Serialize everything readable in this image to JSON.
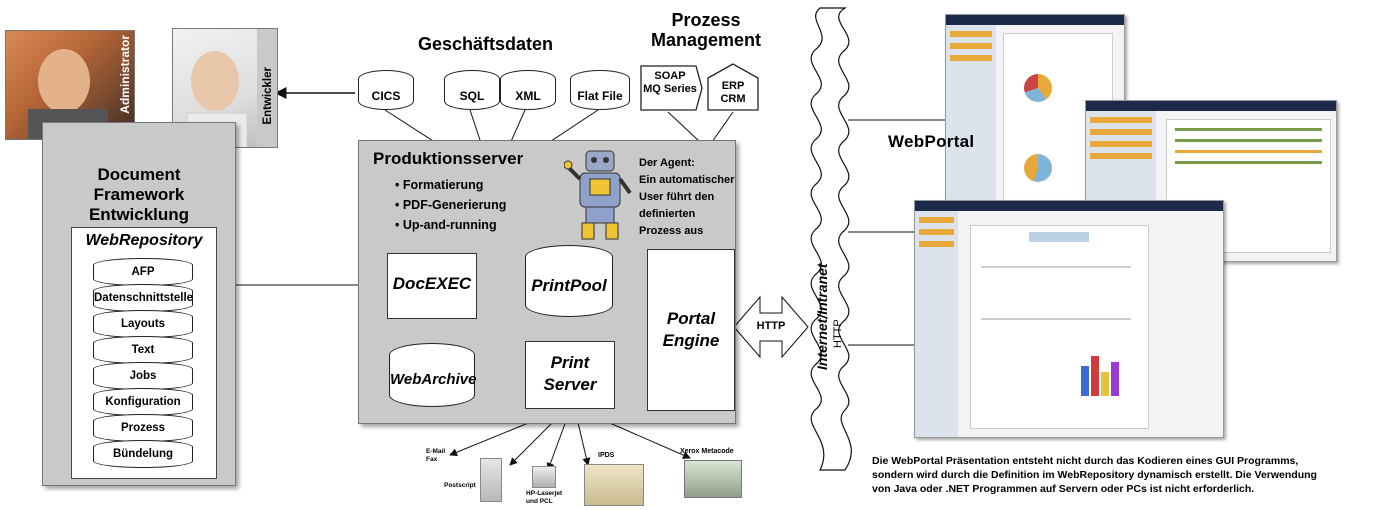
{
  "left": {
    "administrator": "Administrator",
    "entwickler": "Entwickler",
    "framework_title": [
      "Document",
      "Framework",
      "Entwicklung"
    ],
    "repository_title": "WebRepository",
    "repository_items": [
      "AFP",
      "Datenschnittstelle",
      "Layouts",
      "Text",
      "Jobs",
      "Konfiguration",
      "Prozess",
      "Bündelung"
    ]
  },
  "top": {
    "business_data_title": "Geschäftsdaten",
    "business_data": [
      "CICS",
      "SQL",
      "XML",
      "Flat File"
    ],
    "process_title": [
      "Prozess",
      "Management"
    ],
    "process_items": [
      [
        "SOAP",
        "MQ Series"
      ],
      [
        "ERP",
        "CRM"
      ]
    ]
  },
  "server": {
    "title": "Produktionsserver",
    "bullets": [
      "• Formatierung",
      "• PDF-Generierung",
      "• Up-and-running"
    ],
    "agent_title": "Der Agent:",
    "agent_text": [
      "Ein automatischer",
      "User führt den",
      "definierten",
      "Prozess aus"
    ],
    "docexec": "DocEXEC",
    "printpool": "PrintPool",
    "webarchive": "WebArchive",
    "printserver": [
      "Print",
      "Server"
    ],
    "portal": [
      "Portal",
      "Engine"
    ],
    "http": "HTTP"
  },
  "outputs": {
    "email": [
      "E-Mail",
      "Fax"
    ],
    "postscript": "Postscript",
    "hp": [
      "HP-Laserjet",
      "und PCL"
    ],
    "ipds": "IPDS",
    "xerox": "Xerox Metacode"
  },
  "network": {
    "label": "Internet/Intranet",
    "sub": "HTTP"
  },
  "right": {
    "webportal": "WebPortal",
    "description": [
      "Die WebPortal Präsentation entsteht nicht durch das Kodieren eines GUI Programms,",
      "sondern wird durch die Definition im WebRepository dynamisch erstellt. Die Verwendung",
      "von Java oder .NET Programmen auf Servern oder PCs ist nicht erforderlich."
    ]
  },
  "colors": {
    "panel_gray": "#c9c9c9",
    "accent_orange": "#e8a93a",
    "title_bar": "#1b2a4a"
  }
}
